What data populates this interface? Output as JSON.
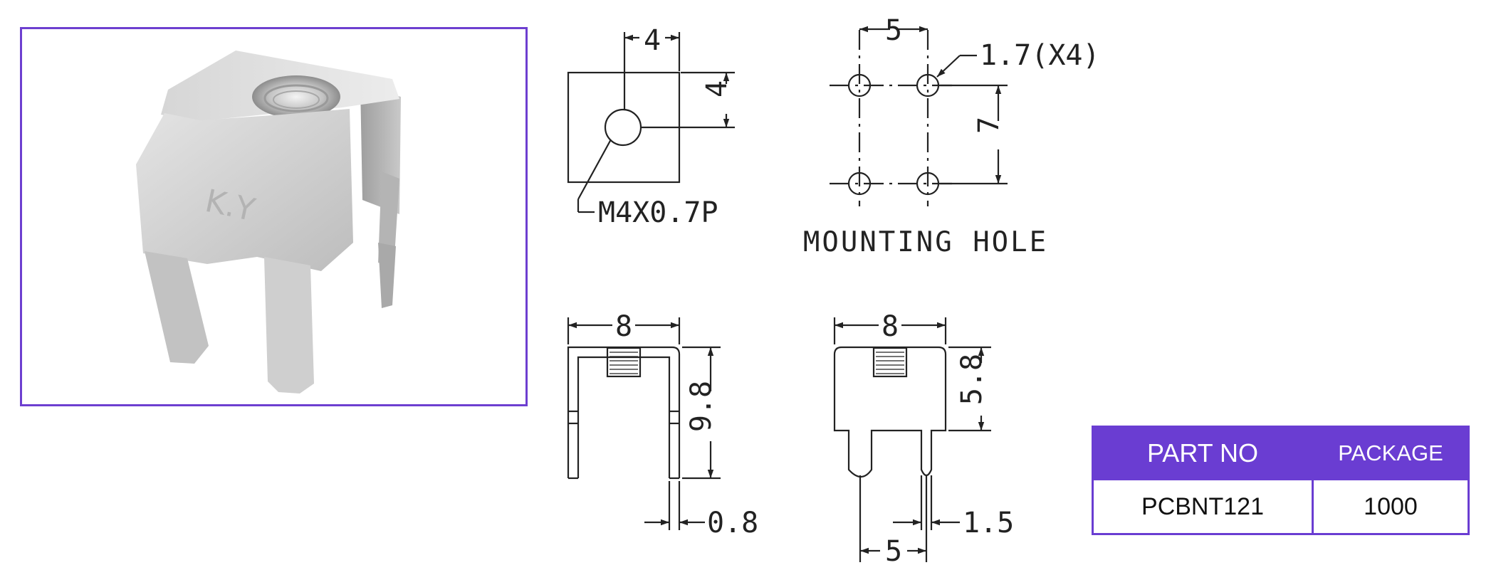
{
  "photo": {
    "stamp_text": "K.Y"
  },
  "views": {
    "top": {
      "width_dim": "4",
      "height_dim": "4",
      "thread_label": "M4X0.7P"
    },
    "mounting": {
      "x_spacing": "5",
      "hole_label": "1.7(X4)",
      "y_spacing": "7",
      "caption": "MOUNTING HOLE"
    },
    "side": {
      "width_dim": "8",
      "height_dim": "9.8",
      "thickness_dim": "0.8"
    },
    "front": {
      "width_dim": "8",
      "height_dim": "5.8",
      "pin_dim": "1.5",
      "pin_spacing": "5"
    }
  },
  "table": {
    "headers": [
      "PART NO",
      "PACKAGE"
    ],
    "rows": [
      [
        "PCBNT121",
        "1000"
      ]
    ]
  },
  "colors": {
    "accent": "#6a3dd2",
    "line": "#222222"
  }
}
